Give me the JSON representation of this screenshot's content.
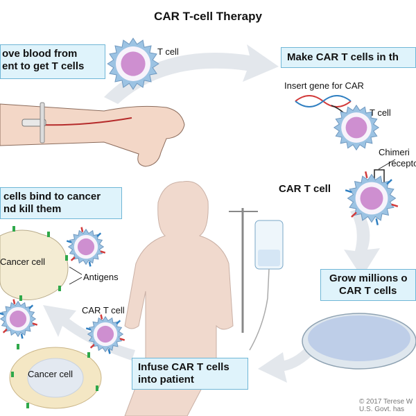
{
  "title": "CAR T-cell Therapy",
  "steps": {
    "step1": {
      "line1": "ove blood from",
      "line2": "ent to get T cells"
    },
    "step2": {
      "line1": "Make CAR T cells in th"
    },
    "step3": {
      "line1": "Grow millions o",
      "line2": "CAR T cells"
    },
    "step4": {
      "line1": "Infuse CAR T cells",
      "line2": "into patient"
    },
    "step5": {
      "line1": "cells bind to cancer",
      "line2": "nd kill them"
    }
  },
  "labels": {
    "t_cell_top": "T cell",
    "insert_gene": "Insert gene for CAR",
    "t_cell_right": "T cell",
    "chimeric_1": "Chimeri",
    "chimeric_2": "recepto",
    "car_t_cell_bold": "CAR T cell",
    "cancer_cell_top": "Cancer cell",
    "antigens": "Antigens",
    "car_t_cell_small": "CAR T cell",
    "cancer_cell_bottom": "Cancer cell"
  },
  "credit": {
    "line1": "© 2017 Terese W",
    "line2": "U.S. Govt. has"
  },
  "colors": {
    "box_fill": "#dff3fb",
    "box_border": "#6fb6d6",
    "cell_membrane": "#9cc3e3",
    "nucleus": "#c77dc8",
    "arrow": "#e3e7ec",
    "skin": "#f3d7c7",
    "silhouette": "#f0d9cd",
    "receptor_red": "#d23a3a",
    "receptor_blue": "#2f7fc1"
  }
}
